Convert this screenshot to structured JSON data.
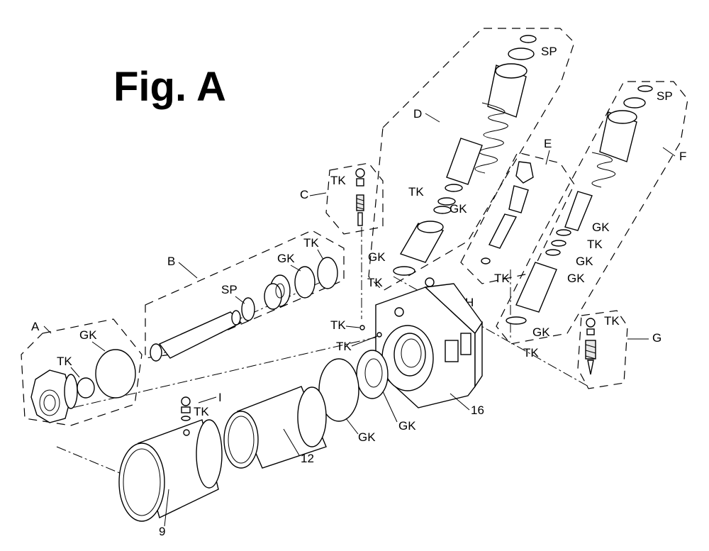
{
  "title": "Fig. A",
  "labels": {
    "A": "A",
    "B": "B",
    "C": "C",
    "D": "D",
    "E": "E",
    "F": "F",
    "G": "G",
    "H": "H",
    "I": "I",
    "sp": "SP",
    "gk": "GK",
    "tk": "TK",
    "p9": "9",
    "p12": "12",
    "p16": "16"
  }
}
